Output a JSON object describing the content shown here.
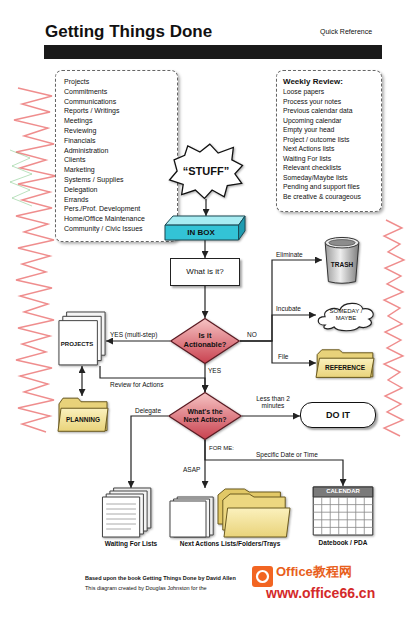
{
  "diagram": {
    "title": "Getting Things Done",
    "nodes": [
      {
        "text": [
          "Projects",
          "Commitments",
          "Communications",
          "Reports / Writings",
          "Meetings",
          "Reviewing",
          "Financials",
          "Administration",
          "Clients",
          "Marketing",
          "Systems / Supplies",
          "Delegation",
          "Errands",
          "Pers./Prof. Development",
          "Home/Office Maintenance",
          "Community / Civic Issues"
        ]
      },
      {
        "text": [
          "Weekly Review:",
          "Loose papers",
          "Process your notes",
          "Previous calendar data",
          "Upcoming calendar",
          "Empty your head",
          "Project / outcome lists",
          "Next Actions lists",
          "Waiting For lists",
          "Relevant checklists",
          "Someday/Maybe lists",
          "Pending and support files",
          "Be creative & courageous"
        ]
      },
      {
        "text": [
          "“STUFF”"
        ]
      },
      {
        "text": [
          "IN BOX"
        ]
      },
      {
        "text": [
          "What is it?"
        ]
      },
      {
        "text": [
          "TRASH"
        ]
      },
      {
        "text": [
          "PROJECTS"
        ]
      },
      {
        "text": [
          "Is it Actionable?"
        ]
      },
      {
        "text": [
          "SOMEDAY / MAYBE"
        ]
      },
      {
        "text": [
          "REFERENCE"
        ]
      },
      {
        "text": [
          "PLANNING"
        ]
      },
      {
        "text": [
          "What's the Next Action?"
        ]
      },
      {
        "text": [
          "DO IT"
        ]
      },
      {
        "text": [
          "Waiting For Lists"
        ]
      },
      {
        "text": [
          "Next Actions Lists/Folders/Trays"
        ]
      },
      {
        "text": [
          "CALENDAR",
          "Datebook / PDA"
        ]
      }
    ],
    "edges": [
      {
        "from": 2,
        "to": 3,
        "arrow": "to"
      },
      {
        "from": 3,
        "to": 4,
        "arrow": "to"
      },
      {
        "from": 4,
        "to": 7,
        "arrow": "to"
      },
      {
        "from": 7,
        "to": 5,
        "label": "Eliminate",
        "arrow": "to"
      },
      {
        "from": 7,
        "to": 8,
        "label": "Incubate",
        "arrow": "to"
      },
      {
        "from": 7,
        "to": 9,
        "label": "File",
        "arrow": "to"
      },
      {
        "from": 7,
        "to": 6,
        "label": "YES (multi-step)",
        "arrow": "to"
      },
      {
        "from": 6,
        "to": 10,
        "arrow": "both"
      },
      {
        "from": 6,
        "to": 11,
        "label": "Review for Actions",
        "arrow": "to"
      },
      {
        "from": 7,
        "to": 11,
        "label": "YES",
        "arrow": "to"
      },
      {
        "from": 11,
        "to": 12,
        "label": "Less than 2 minutes",
        "arrow": "to"
      },
      {
        "from": 11,
        "to": 13,
        "label": "Delegate",
        "arrow": "to"
      },
      {
        "from": 11,
        "to": 14,
        "label": "ASAP",
        "arrow": "to"
      },
      {
        "from": 11,
        "to": 15,
        "label": "Specific Date or Time",
        "arrow": "to"
      }
    ],
    "labels": [
      "Quick Reference",
      "NO",
      "FOR ME:",
      "Based upon the book Getting Things Done by David Allen",
      "This diagram created by Douglas Johnston for the",
      "Office教程网",
      "www.office66.cn"
    ]
  }
}
